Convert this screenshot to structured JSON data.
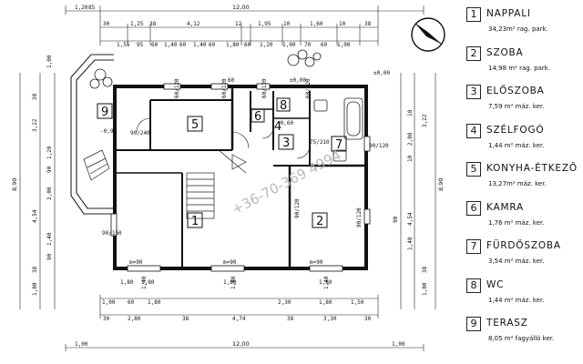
{
  "legend": [
    {
      "num": "1",
      "name": "NAPPALI",
      "area": "34,23m² rag. park."
    },
    {
      "num": "2",
      "name": "SZOBA",
      "area": "14,98 m² rag. park."
    },
    {
      "num": "3",
      "name": "ELŐSZOBA",
      "area": "7,59 m² máz. ker."
    },
    {
      "num": "4",
      "name": "SZÉLFOGÓ",
      "area": "1,44 m² máz. ker."
    },
    {
      "num": "5",
      "name": "KONYHA-ÉTKEZŐ",
      "area": "13,27m² máz. ker."
    },
    {
      "num": "6",
      "name": "KAMRA",
      "area": "1,76 m² máz. ker."
    },
    {
      "num": "7",
      "name": "FÜRDŐSZOBA",
      "area": "3,54 m² máz. ker."
    },
    {
      "num": "8",
      "name": "WC",
      "area": "1,44 m² máz. ker."
    },
    {
      "num": "9",
      "name": "TERASZ",
      "area": "8,05 m² fagyálló ker."
    }
  ],
  "watermark": "+36-70-369 4994",
  "room_labels": {
    "r1": "1",
    "r2": "2",
    "r3": "3",
    "r4": "4",
    "r5": "5",
    "r6": "6",
    "r7": "7",
    "r8": "8",
    "r9": "9"
  },
  "dims": {
    "top_row1": [
      "1,20",
      "85",
      "12,00"
    ],
    "top_row2": [
      "30",
      "1,25",
      "38",
      "4,12",
      "12",
      "1,95",
      "10",
      "1,60",
      "10",
      "38"
    ],
    "top_row3": [
      "1,55",
      "95",
      "60",
      "1,40",
      "60",
      "1,40",
      "60",
      "1,80",
      "60",
      "1,20",
      "1,00",
      "70",
      "60",
      "1,00"
    ],
    "bottom_row1": [
      "1,80",
      "1,80",
      "1,80",
      "1,80"
    ],
    "bottom_row2": [
      "1,00",
      "60",
      "1,80",
      "2,30",
      "1,80",
      "1,50"
    ],
    "bottom_row3": [
      "30",
      "2,80",
      "38",
      "4,74",
      "38",
      "3,30",
      "30"
    ],
    "bottom_row4": [
      "1,00",
      "12,00",
      "1,00"
    ],
    "left_outer": "8,90",
    "left_inner": [
      "1,00",
      "38",
      "3,22",
      "1,20",
      "90",
      "3,00",
      "4,54",
      "1,40",
      "90",
      "38",
      "1,00"
    ],
    "right_outer": "8,90",
    "right_inner": [
      "±0,00",
      "10",
      "3,22",
      "2,08",
      "10",
      "90",
      "4,54",
      "1,40",
      "38",
      "1,00"
    ],
    "openings": [
      "90/240",
      "60/120",
      "60/120",
      "60/120",
      "60/120",
      "±0,00",
      "-0,60",
      "75/210",
      "90/120",
      "90/150",
      "m=90",
      "m=90",
      "m=90",
      "90/120",
      "90/120",
      "-0,97",
      "1,40",
      "1,80",
      "1,40",
      "60"
    ]
  }
}
